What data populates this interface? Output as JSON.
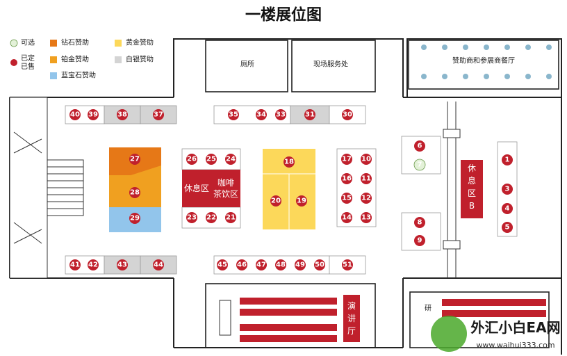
{
  "title": "一楼展位图",
  "legend": [
    {
      "key": "available",
      "label": "可选",
      "color": "#e3f1d8",
      "shape": "circle"
    },
    {
      "key": "sold",
      "label": "已定\n已售",
      "color": "#c0202c",
      "shape": "circle"
    },
    {
      "key": "diamond",
      "label": "钻石赞助",
      "color": "#e67817",
      "shape": "square"
    },
    {
      "key": "platinum",
      "label": "铂金赞助",
      "color": "#f0a020",
      "shape": "square"
    },
    {
      "key": "sapphire",
      "label": "蓝宝石赞助",
      "color": "#92c5eb",
      "shape": "square"
    },
    {
      "key": "gold",
      "label": "黄金赞助",
      "color": "#fcd85a",
      "shape": "square"
    },
    {
      "key": "silver",
      "label": "白银赞助",
      "color": "#d4d4d4",
      "shape": "square"
    }
  ],
  "rooms": {
    "toilet": "厕所",
    "service": "现场服务处",
    "restaurant": "赞助商和参展商餐厅",
    "rest_a": "休息区",
    "cafe": "咖啡\n茶饮区",
    "rest_b": "休\n息\n区\nB",
    "lecture": "演\n讲\n厅",
    "research": "研"
  },
  "booths": [
    {
      "n": "40",
      "s": "sold"
    },
    {
      "n": "39",
      "s": "sold"
    },
    {
      "n": "38",
      "s": "sold"
    },
    {
      "n": "37",
      "s": "sold"
    },
    {
      "n": "35",
      "s": "sold"
    },
    {
      "n": "34",
      "s": "sold"
    },
    {
      "n": "33",
      "s": "sold"
    },
    {
      "n": "31",
      "s": "sold"
    },
    {
      "n": "30",
      "s": "sold"
    },
    {
      "n": "27",
      "s": "sold"
    },
    {
      "n": "28",
      "s": "sold"
    },
    {
      "n": "29",
      "s": "sold"
    },
    {
      "n": "26",
      "s": "sold"
    },
    {
      "n": "25",
      "s": "sold"
    },
    {
      "n": "24",
      "s": "sold"
    },
    {
      "n": "23",
      "s": "sold"
    },
    {
      "n": "22",
      "s": "sold"
    },
    {
      "n": "21",
      "s": "sold"
    },
    {
      "n": "18",
      "s": "sold"
    },
    {
      "n": "20",
      "s": "sold"
    },
    {
      "n": "19",
      "s": "sold"
    },
    {
      "n": "17",
      "s": "sold"
    },
    {
      "n": "10",
      "s": "sold"
    },
    {
      "n": "16",
      "s": "sold"
    },
    {
      "n": "11",
      "s": "sold"
    },
    {
      "n": "15",
      "s": "sold"
    },
    {
      "n": "12",
      "s": "sold"
    },
    {
      "n": "14",
      "s": "sold"
    },
    {
      "n": "13",
      "s": "sold"
    },
    {
      "n": "6",
      "s": "sold"
    },
    {
      "n": "7",
      "s": "available"
    },
    {
      "n": "8",
      "s": "sold"
    },
    {
      "n": "9",
      "s": "sold"
    },
    {
      "n": "1",
      "s": "sold"
    },
    {
      "n": "3",
      "s": "sold"
    },
    {
      "n": "4",
      "s": "sold"
    },
    {
      "n": "5",
      "s": "sold"
    },
    {
      "n": "41",
      "s": "sold"
    },
    {
      "n": "42",
      "s": "sold"
    },
    {
      "n": "43",
      "s": "sold"
    },
    {
      "n": "44",
      "s": "sold"
    },
    {
      "n": "45",
      "s": "sold"
    },
    {
      "n": "46",
      "s": "sold"
    },
    {
      "n": "47",
      "s": "sold"
    },
    {
      "n": "48",
      "s": "sold"
    },
    {
      "n": "49",
      "s": "sold"
    },
    {
      "n": "50",
      "s": "sold"
    },
    {
      "n": "51",
      "s": "sold"
    }
  ],
  "colors": {
    "sold": "#c0202c",
    "available": "#e3f1d8",
    "available_text": "#6a9a4a",
    "diamond": "#e67817",
    "platinum": "#f0a020",
    "sapphire": "#92c5eb",
    "gold": "#fcd85a",
    "silver": "#d4d4d4",
    "rest": "#c0202c",
    "wall": "#222"
  },
  "watermark": {
    "brand": "外汇小白EA网",
    "url": "www.waihui333.com"
  }
}
